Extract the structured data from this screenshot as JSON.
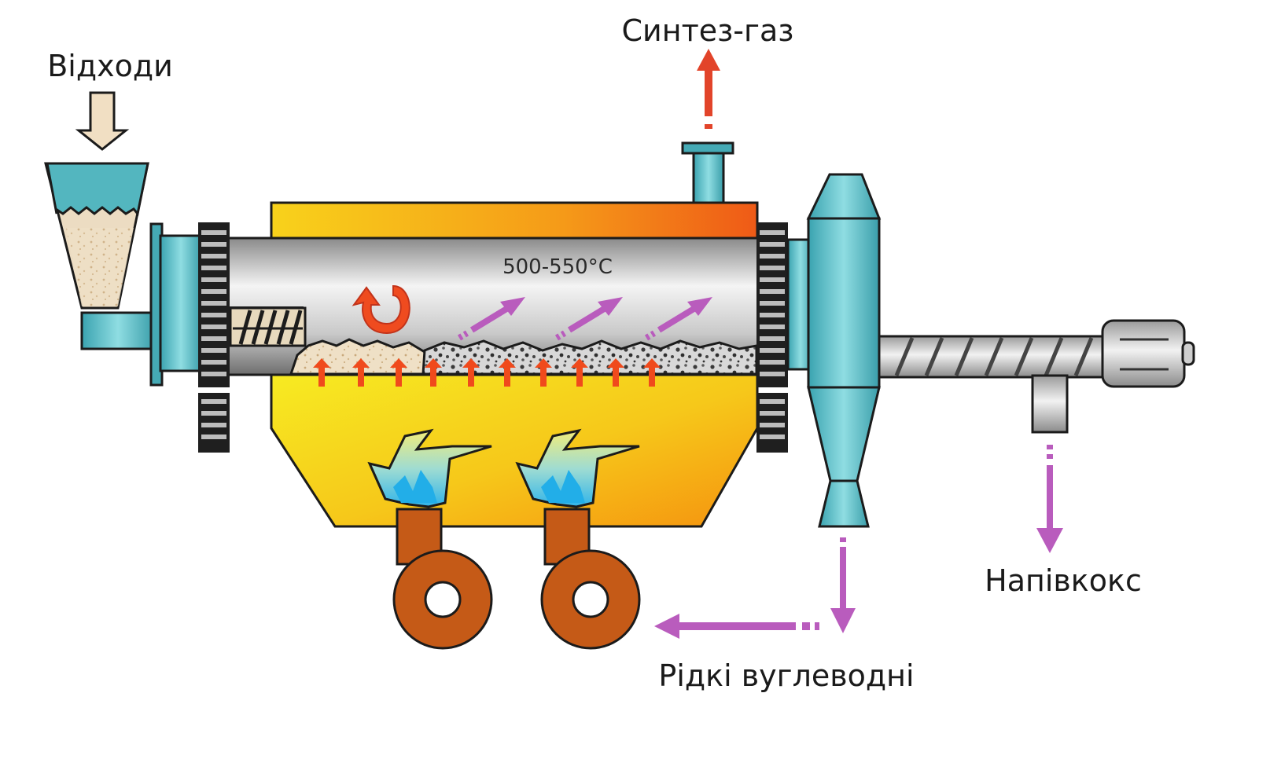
{
  "labels": {
    "waste": "Відходи",
    "syngas": "Синтез-газ",
    "temperature": "500-550°C",
    "semicoke": "Напівкокс",
    "liquid_hydrocarbons": "Рідкі вуглеводні"
  },
  "colors": {
    "flow_arrow": "#b95cbd",
    "syngas_arrow": "#e2442a",
    "heat_arrow": "#f04a1c",
    "teal": "#4fb3bf",
    "furnace_yellow": "#f6e11a",
    "furnace_orange": "#f5920f",
    "burner_copper": "#c55a17",
    "feed_material": "#ecdcc2"
  },
  "icons": {
    "gears": "gear-icon",
    "rotation": "rotation-arrow-icon",
    "burners": "flame-icon"
  }
}
